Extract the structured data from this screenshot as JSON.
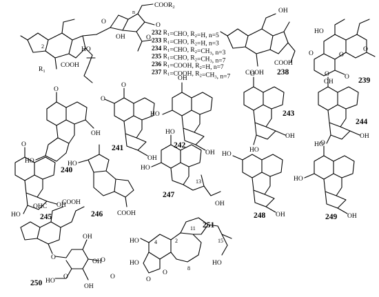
{
  "legend": {
    "entries": [
      {
        "id": "232",
        "r1": "CHO",
        "r2": "H",
        "n": "5"
      },
      {
        "id": "233",
        "r1": "CHO",
        "r2": "H",
        "n": "3"
      },
      {
        "id": "234",
        "r1": "CHO",
        "r2": "CH",
        "r2sub": "3",
        "n": "3"
      },
      {
        "id": "235",
        "r1": "CHO",
        "r2": "CH",
        "r2sub": "3",
        "n": "7"
      },
      {
        "id": "236",
        "r1": "COOH",
        "r2": "H",
        "n": "7"
      },
      {
        "id": "237",
        "r1": "COOH",
        "r2": "CH",
        "r2sub": "3",
        "n": "7"
      }
    ]
  },
  "compounds": {
    "c238": "238",
    "c239": "239",
    "c240": "240",
    "c241": "241",
    "c242": "242",
    "c243": "243",
    "c244": "244",
    "c245": "245",
    "c246": "246",
    "c247": "247",
    "c248": "248",
    "c249": "249",
    "c250": "250",
    "c251": "251"
  },
  "labels": {
    "cooh": "COOH",
    "coor": "COOR",
    "oh": "OH",
    "ho": "HO",
    "o": "O",
    "ohc": "OHC",
    "r": "R",
    "n": "n",
    "sub1": "1",
    "sub2": "2",
    "num2": "2",
    "num4": "4",
    "num8": "8",
    "num11": "11",
    "num13": "13",
    "num15": "15"
  }
}
